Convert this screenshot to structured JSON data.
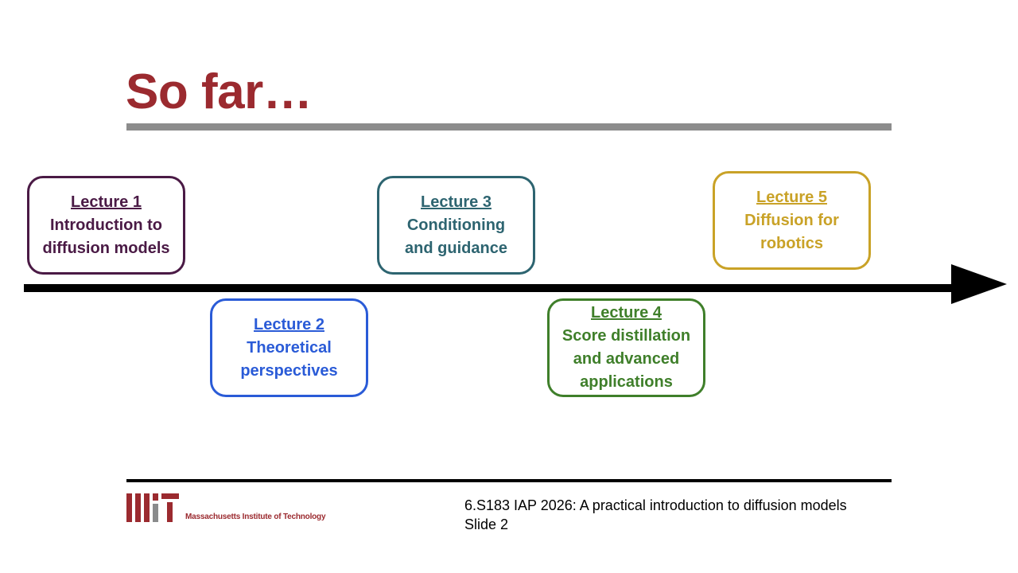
{
  "slide": {
    "title": "So far…",
    "course": "6.S183 IAP 2026: A practical introduction to diffusion models",
    "slide_number": "Slide 2",
    "institution": "Massachusetts Institute of Technology"
  },
  "lectures": [
    {
      "number": "Lecture 1",
      "title": "Introduction to\ndiffusion models",
      "color": "#4a1a45"
    },
    {
      "number": "Lecture 2",
      "title": "Theoretical\nperspectives",
      "color": "#2a5bd7"
    },
    {
      "number": "Lecture 3",
      "title": "Conditioning\nand guidance",
      "color": "#2d6470"
    },
    {
      "number": "Lecture 4",
      "title": "Score distillation\nand advanced\napplications",
      "color": "#3f7f2a"
    },
    {
      "number": "Lecture 5",
      "title": "Diffusion for\nrobotics",
      "color": "#c9a227"
    }
  ],
  "colors": {
    "title": "#9b2a2f",
    "title_rule": "#8c8c8c",
    "timeline": "#000000",
    "mit_red": "#9b2a2f",
    "mit_gray": "#8a8b8c"
  },
  "icons": {
    "logo": "mit-logo-icon",
    "timeline_arrowhead": "arrow-right-icon"
  }
}
